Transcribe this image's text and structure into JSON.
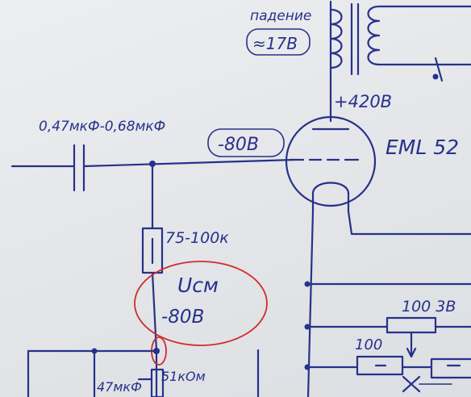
{
  "labels": {
    "voltage_drop_word": "падение",
    "voltage_drop_value": "≈17В",
    "anode_voltage": "+420В",
    "tube_name": "EML 52",
    "grid_bias": "-80В",
    "coupling_cap": "0,47мкФ-0,68мкФ",
    "grid_resistor": "75-100к",
    "bias_symbol": "Uсм",
    "bias_value": "-80В",
    "resistor_100_3w": "100 3В",
    "resistor_100": "100",
    "resistor_51k": "51кОм",
    "cap_47u": "47мкФ"
  },
  "colors": {
    "ink": "#27318a",
    "annotation": "#d42a2a",
    "paper": "#e4e6e9"
  }
}
